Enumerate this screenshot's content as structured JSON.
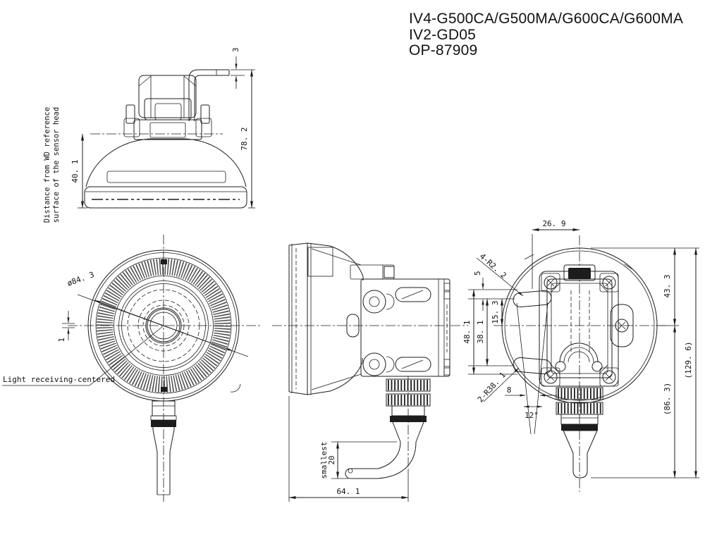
{
  "title_block": {
    "line1": "IV4-G500CA/G500MA/G600CA/G600MA",
    "line2": "IV2-GD05",
    "line3": "OP-87909"
  },
  "front_view": {
    "wd_note_line1": "Distance from WD reference",
    "wd_note_line2": "surface of the sensor head",
    "dim_wd_height": "40. 1",
    "dim_overall_height": "78. 2",
    "dim_arm_thickness": "3"
  },
  "face_view": {
    "dim_diameter": "ø84. 3",
    "dim_center_offset": "1",
    "label_light_receiving": "Light receiving-centered"
  },
  "side_view": {
    "dim_depth": "64. 1",
    "label_bend": "smallest",
    "dim_bend": "20"
  },
  "rear_view": {
    "dim_slot_offset": "26. 9",
    "dim_top_to_center": "43. 3",
    "dim_center_to_cable_end": "(86. 3)",
    "dim_overall": "(129. 6)",
    "dim_slot_outer_span": "48. 1",
    "dim_slot_pitch": "38. 1",
    "dim_slot_to_axis": "15. 3",
    "dim_slot_end": "5",
    "label_corner_radius": "4-R2. 2",
    "label_slot_arc_radius": "2-R38. 1",
    "dim_slot_width": "8",
    "dim_slot_angle": "12°"
  }
}
